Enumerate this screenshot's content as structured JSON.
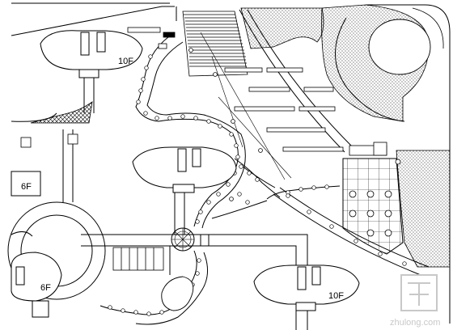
{
  "labels": {
    "floors_top_left": "10F",
    "floors_bottom_right": "10F",
    "floors_left_mid": "6F",
    "floors_left_bottom": "6F"
  },
  "watermark": {
    "brand": "zhulong.com"
  },
  "colors": {
    "line": "#000000",
    "background": "#ffffff",
    "watermark": "#c8c8c8"
  }
}
